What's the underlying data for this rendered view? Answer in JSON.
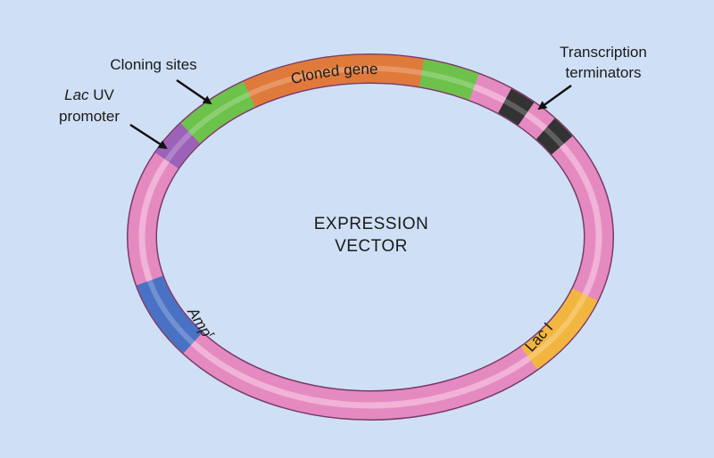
{
  "diagram": {
    "center_title": [
      "EXPRESSION",
      "VECTOR"
    ],
    "labels": {
      "cloning_sites": "Cloning sites",
      "lac_uv_promoter_italic": "Lac",
      "lac_uv_promoter_rest": " UV",
      "lac_uv_promoter_line2": "promoter",
      "transcription_terminators_line1": "Transcription",
      "transcription_terminators_line2": "terminators"
    },
    "segments": {
      "cloned_gene": "Cloned gene",
      "amp_italic": "Amp",
      "amp_sup": "r",
      "lac_i": "Lac I"
    },
    "colors": {
      "background": "#cfe0f6",
      "ring": "#e58ac0",
      "cloning_sites": "#6cc24a",
      "cloned_gene": "#e07a3a",
      "promoter": "#9b62b8",
      "terminator": "#333333",
      "amp": "#4a72c4",
      "lac_i": "#f2b640"
    }
  }
}
